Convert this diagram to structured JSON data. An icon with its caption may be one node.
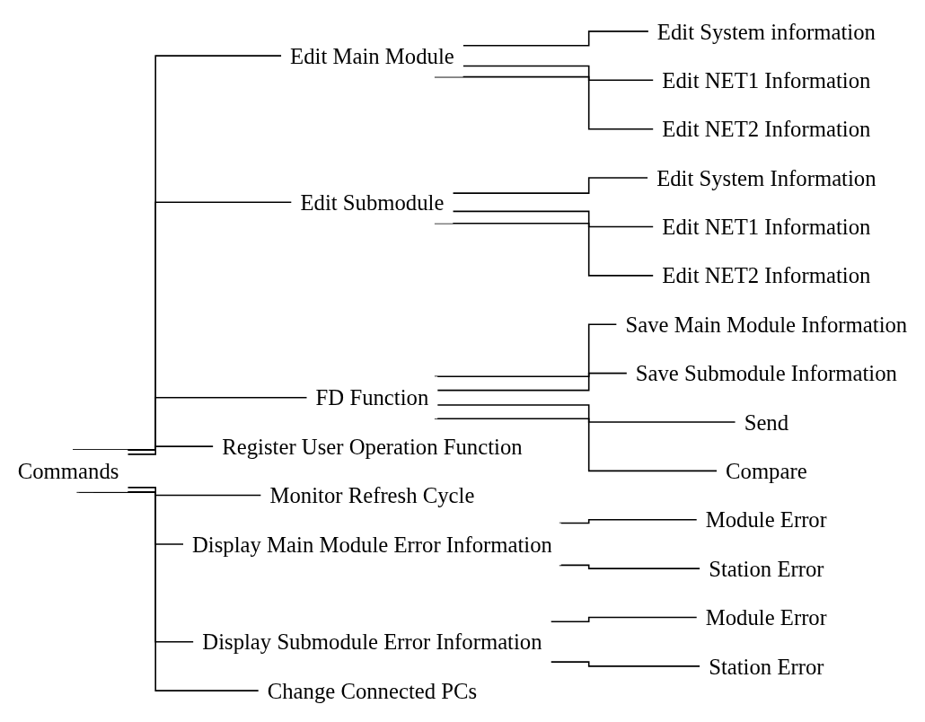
{
  "diagram": {
    "nodes": [
      {
        "text": [
          "Commands"
        ]
      },
      {
        "text": [
          "Edit Main Module"
        ]
      },
      {
        "text": [
          "Edit System information"
        ]
      },
      {
        "text": [
          "Edit NET1 Information"
        ]
      },
      {
        "text": [
          "Edit NET2 Information"
        ]
      },
      {
        "text": [
          "Edit Submodule"
        ]
      },
      {
        "text": [
          "Edit System Information"
        ]
      },
      {
        "text": [
          "Edit NET1 Information"
        ]
      },
      {
        "text": [
          "Edit NET2 Information"
        ]
      },
      {
        "text": [
          "FD Function"
        ]
      },
      {
        "text": [
          "Save Main Module Information"
        ]
      },
      {
        "text": [
          "Save Submodule Information"
        ]
      },
      {
        "text": [
          "Send"
        ]
      },
      {
        "text": [
          "Compare"
        ]
      },
      {
        "text": [
          "Register User Operation Function"
        ]
      },
      {
        "text": [
          "Monitor Refresh Cycle"
        ]
      },
      {
        "text": [
          "Display Main Module Error Information"
        ]
      },
      {
        "text": [
          "Module Error"
        ]
      },
      {
        "text": [
          "Station Error"
        ]
      },
      {
        "text": [
          "Display Submodule Error Information"
        ]
      },
      {
        "text": [
          "Module Error"
        ]
      },
      {
        "text": [
          "Station Error"
        ]
      },
      {
        "text": [
          "Change Connected PCs"
        ]
      }
    ],
    "edges": [
      {
        "from": 0,
        "to": 1,
        "arrow": "none"
      },
      {
        "from": 1,
        "to": 2,
        "arrow": "none"
      },
      {
        "from": 1,
        "to": 3,
        "arrow": "none"
      },
      {
        "from": 1,
        "to": 4,
        "arrow": "none"
      },
      {
        "from": 0,
        "to": 5,
        "arrow": "none"
      },
      {
        "from": 5,
        "to": 6,
        "arrow": "none"
      },
      {
        "from": 5,
        "to": 7,
        "arrow": "none"
      },
      {
        "from": 5,
        "to": 8,
        "arrow": "none"
      },
      {
        "from": 0,
        "to": 9,
        "arrow": "none"
      },
      {
        "from": 9,
        "to": 10,
        "arrow": "none"
      },
      {
        "from": 9,
        "to": 11,
        "arrow": "none"
      },
      {
        "from": 9,
        "to": 12,
        "arrow": "none"
      },
      {
        "from": 9,
        "to": 13,
        "arrow": "none"
      },
      {
        "from": 0,
        "to": 14,
        "arrow": "none"
      },
      {
        "from": 0,
        "to": 15,
        "arrow": "none"
      },
      {
        "from": 0,
        "to": 16,
        "arrow": "none"
      },
      {
        "from": 16,
        "to": 17,
        "arrow": "none"
      },
      {
        "from": 16,
        "to": 18,
        "arrow": "none"
      },
      {
        "from": 0,
        "to": 19,
        "arrow": "none"
      },
      {
        "from": 19,
        "to": 20,
        "arrow": "none"
      },
      {
        "from": 19,
        "to": 21,
        "arrow": "none"
      },
      {
        "from": 0,
        "to": 22,
        "arrow": "none"
      }
    ]
  }
}
